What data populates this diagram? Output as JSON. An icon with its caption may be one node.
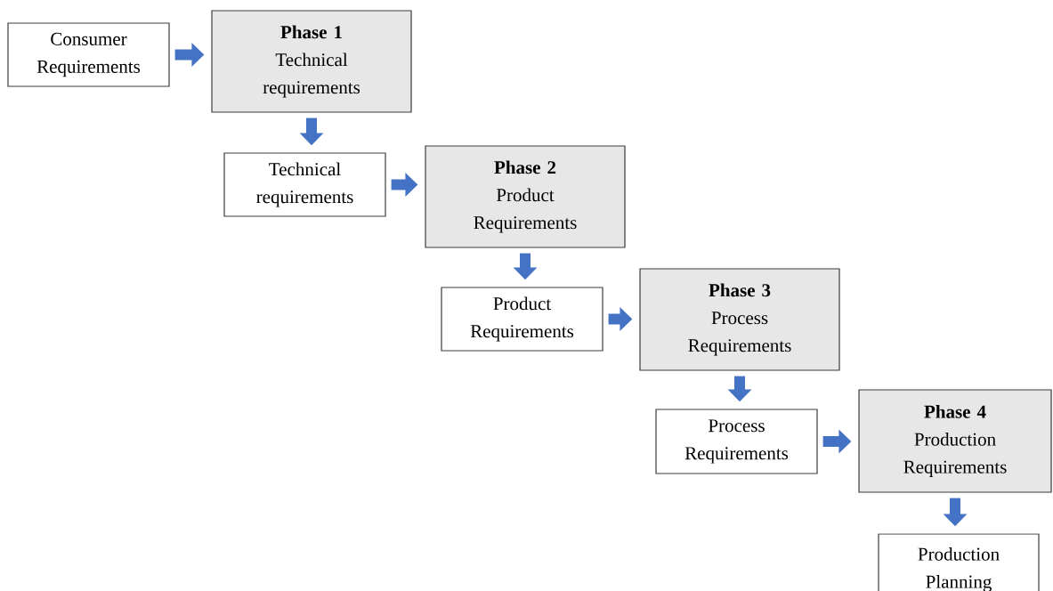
{
  "diagram": {
    "nodes": [
      {
        "text": [
          "Consumer Requirements"
        ]
      },
      {
        "text": [
          "Phase 1",
          "Technical requirements"
        ]
      },
      {
        "text": [
          "Technical requirements"
        ]
      },
      {
        "text": [
          "Phase 2",
          "Product Requirements"
        ]
      },
      {
        "text": [
          "Product Requirements"
        ]
      },
      {
        "text": [
          "Phase 3",
          "Process Requirements"
        ]
      },
      {
        "text": [
          "Process Requirements"
        ]
      },
      {
        "text": [
          "Phase 4",
          "Production Requirements"
        ]
      },
      {
        "text": [
          "Production Planning"
        ]
      }
    ],
    "edges": [
      {
        "from": 0,
        "to": 1,
        "arrow": "to"
      },
      {
        "from": 1,
        "to": 2,
        "arrow": "to"
      },
      {
        "from": 2,
        "to": 3,
        "arrow": "to"
      },
      {
        "from": 3,
        "to": 4,
        "arrow": "to"
      },
      {
        "from": 4,
        "to": 5,
        "arrow": "to"
      },
      {
        "from": 5,
        "to": 6,
        "arrow": "to"
      },
      {
        "from": 6,
        "to": 7,
        "arrow": "to"
      },
      {
        "from": 7,
        "to": 8,
        "arrow": "to"
      }
    ]
  }
}
